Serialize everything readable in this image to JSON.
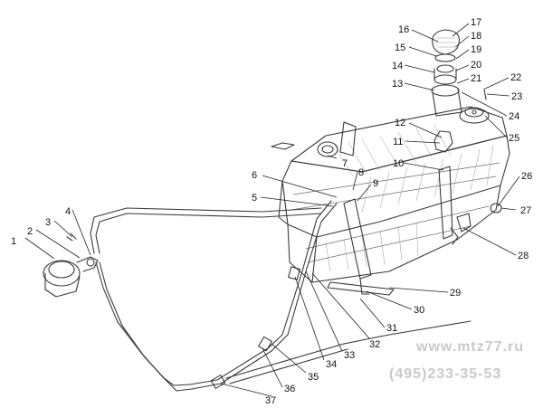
{
  "labels": [
    "1",
    "2",
    "3",
    "4",
    "5",
    "6",
    "7",
    "8",
    "9",
    "10",
    "11",
    "12",
    "13",
    "14",
    "15",
    "16",
    "17",
    "18",
    "19",
    "20",
    "21",
    "22",
    "23",
    "24",
    "25",
    "26",
    "27",
    "28",
    "29",
    "30",
    "31",
    "32",
    "33",
    "34",
    "35",
    "36",
    "37"
  ],
  "watermark": {
    "site": "www.mtz77.ru",
    "phone": "(495)233-35-53"
  }
}
